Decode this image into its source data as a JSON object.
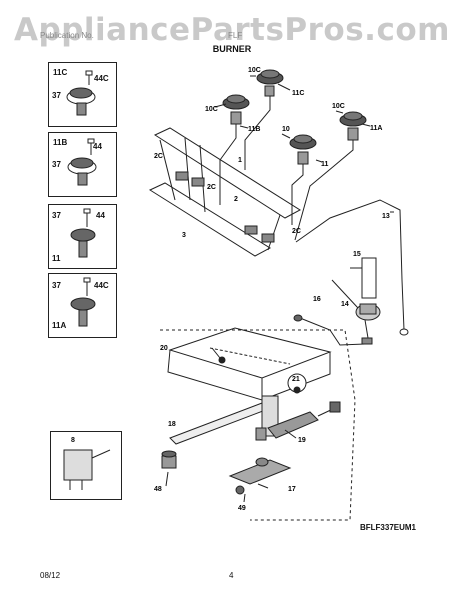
{
  "watermark": "AppliancePartsPros.com",
  "header": {
    "left": "Publication No.",
    "right": "FLF",
    "section": "BURNER"
  },
  "callouts": {
    "i11C": "11C",
    "i44C": "44C",
    "i37a": "37",
    "i11B": "11B",
    "i44a": "44",
    "i37b": "37",
    "i37c": "37",
    "i44b": "44",
    "i11": "11",
    "i37d": "37",
    "i44C2": "44C",
    "i11A": "11A",
    "c10C_a": "10C",
    "c11C": "11C",
    "c10C_b": "10C",
    "c11B": "11B",
    "c10": "10",
    "c11": "11",
    "c10C_c": "10C",
    "c11A": "11A",
    "c2C_a": "2C",
    "c1": "1",
    "c2C_b": "2C",
    "c2": "2",
    "c3": "3",
    "c2C_c": "2C",
    "c13": "13",
    "c15": "15",
    "c16": "16",
    "c14": "14",
    "c20": "20",
    "c21": "21",
    "c18": "18",
    "c19": "19",
    "c8": "8",
    "c48": "48",
    "c17": "17",
    "c49": "49"
  },
  "footer": {
    "date": "08/12",
    "page": "4",
    "code": "BFLF337EUM1"
  },
  "colors": {
    "line": "#222222",
    "watermark": "#c9c9c9"
  }
}
